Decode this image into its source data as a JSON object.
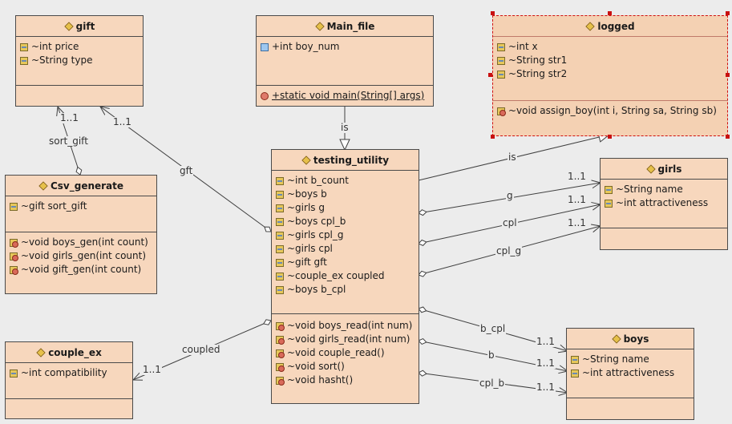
{
  "classes": {
    "gift": {
      "name": "gift",
      "fields": [
        "~int price",
        "~String type"
      ],
      "methods": []
    },
    "main_file": {
      "name": "Main_file",
      "fields": [
        "+int boy_num"
      ],
      "methods": [
        "+static void main(String[] args)"
      ]
    },
    "logged": {
      "name": "logged",
      "fields": [
        "~int x",
        "~String str1",
        "~String str2"
      ],
      "methods": [
        "~void assign_boy(int i, String sa, String sb)"
      ]
    },
    "csv_generate": {
      "name": "Csv_generate",
      "fields": [
        "~gift sort_gift"
      ],
      "methods": [
        "~void boys_gen(int count)",
        "~void girls_gen(int count)",
        "~void gift_gen(int count)"
      ]
    },
    "testing_utility": {
      "name": "testing_utility",
      "fields": [
        "~int b_count",
        "~boys b",
        "~girls g",
        "~boys cpl_b",
        "~girls cpl_g",
        "~girls cpl",
        "~gift gft",
        "~couple_ex coupled",
        "~boys b_cpl"
      ],
      "methods": [
        "~void boys_read(int num)",
        "~void girls_read(int num)",
        "~void couple_read()",
        "~void sort()",
        "~void hasht()"
      ]
    },
    "girls": {
      "name": "girls",
      "fields": [
        "~String name",
        "~int attractiveness"
      ],
      "methods": []
    },
    "couple_ex": {
      "name": "couple_ex",
      "fields": [
        "~int compatibility"
      ],
      "methods": []
    },
    "boys": {
      "name": "boys",
      "fields": [
        "~String name",
        "~int attractiveness"
      ],
      "methods": []
    }
  },
  "labels": {
    "sort_gift": "sort_gift",
    "sort_gift_mult": "1..1",
    "gft": "gft",
    "gft_mult": "1..1",
    "is_main": "is",
    "is_logged": "is",
    "g": "g",
    "g_mult": "1..1",
    "cpl": "cpl",
    "cpl_mult": "1..1",
    "cpl_g": "cpl_g",
    "cpl_g_mult": "1..1",
    "coupled": "coupled",
    "coupled_mult": "1..1",
    "b_cpl": "b_cpl",
    "b_cpl_mult": "1..1",
    "b": "b",
    "b_mult": "1..1",
    "cpl_b": "cpl_b",
    "cpl_b_mult": "1..1"
  },
  "colors": {
    "class_fill": "#f7d7bd",
    "selection": "#c81010",
    "line": "#404040"
  }
}
